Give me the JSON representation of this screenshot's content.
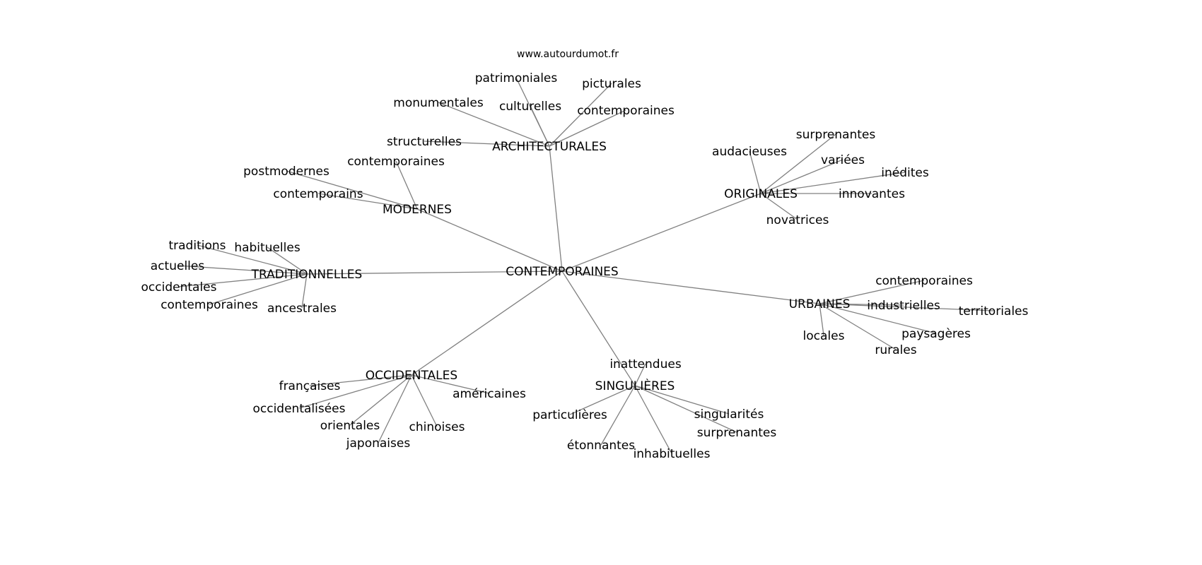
{
  "credit": "www.autourdumot.fr",
  "edge_color": "#808080",
  "root": "CONTEMPORAINES",
  "groups": [
    {
      "label": "ARCHITECTURALES",
      "children": [
        "patrimoniales",
        "picturales",
        "monumentales",
        "culturelles",
        "contemporaines",
        "structurelles"
      ]
    },
    {
      "label": "ORIGINALES",
      "children": [
        "audacieuses",
        "surprenantes",
        "variées",
        "inédites",
        "innovantes",
        "novatrices"
      ]
    },
    {
      "label": "MODERNES",
      "children": [
        "postmodernes",
        "contemporaines",
        "contemporains"
      ]
    },
    {
      "label": "TRADITIONNELLES",
      "children": [
        "traditions",
        "habituelles",
        "actuelles",
        "occidentales",
        "contemporaines",
        "ancestrales"
      ]
    },
    {
      "label": "URBAINES",
      "children": [
        "contemporaines",
        "industrielles",
        "territoriales",
        "paysagères",
        "rurales",
        "locales"
      ]
    },
    {
      "label": "OCCIDENTALES",
      "children": [
        "françaises",
        "américaines",
        "occidentalisées",
        "orientales",
        "chinoises",
        "japonaises"
      ]
    },
    {
      "label": "SINGULIÈRES",
      "children": [
        "inattendues",
        "particulières",
        "singularités",
        "surprenantes",
        "étonnantes",
        "inhabituelles"
      ]
    }
  ]
}
